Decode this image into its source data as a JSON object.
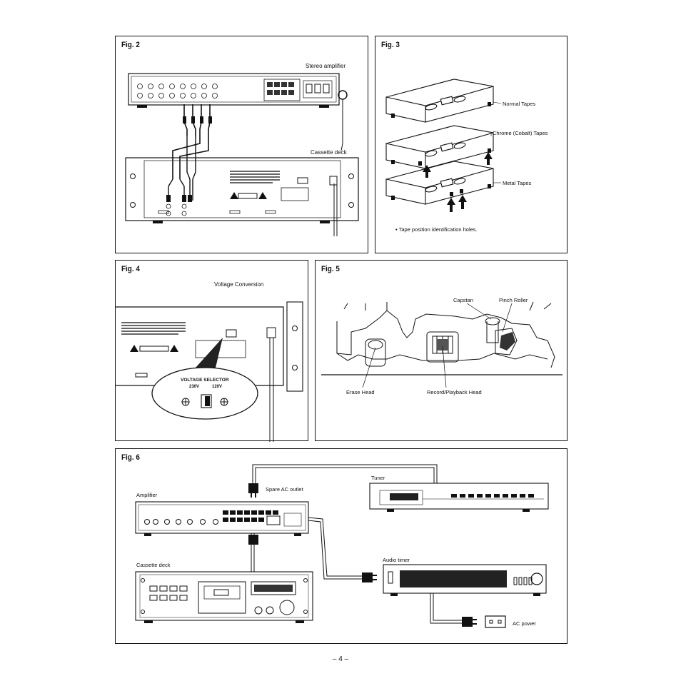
{
  "fig2": {
    "label": "Fig. 2",
    "stereo_amplifier": "Stereo amplifier",
    "cassette_deck": "Cassette deck"
  },
  "fig3": {
    "label": "Fig. 3",
    "normal": "Normal Tapes",
    "chrome": "Chrome (Cobalt) Tapes",
    "metal": "Metal Tapes",
    "note": "• Tape position identification holes."
  },
  "fig4": {
    "label": "Fig. 4",
    "title": "Voltage Conversion",
    "selector_title": "VOLTAGE SELECTOR",
    "v230": "230V",
    "v120": "120V"
  },
  "fig5": {
    "label": "Fig. 5",
    "capstan": "Capstan",
    "pinch_roller": "Pinch Roller",
    "erase_head": "Erase Head",
    "record_head": "Record/Playback Head"
  },
  "fig6": {
    "label": "Fig. 6",
    "spare_outlet": "Spare AC outlet",
    "tuner": "Tuner",
    "amplifier": "Amplifier",
    "cassette_deck": "Cassette deck",
    "audio_timer": "Audio timer",
    "ac_power": "AC power"
  },
  "page_number": "– 4 –"
}
